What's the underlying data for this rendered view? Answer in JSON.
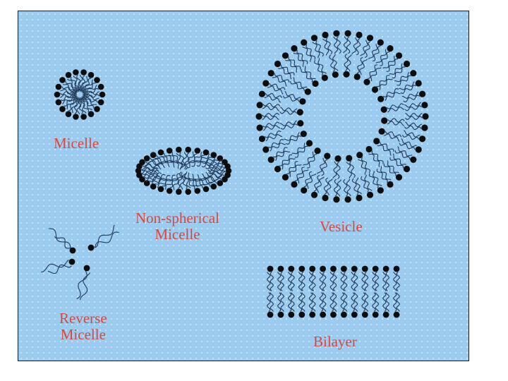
{
  "colors": {
    "background": "#9ccbf0",
    "label": "#d9473c",
    "head": "#0d0d0d",
    "tail": "#1f3a57",
    "border": "#1a1a1a"
  },
  "labels": {
    "micelle": "Micelle",
    "non_spherical_line1": "Non-spherical",
    "non_spherical_line2": "Micelle",
    "vesicle": "Vesicle",
    "reverse_line1": "Reverse",
    "reverse_line2": "Micelle",
    "bilayer": "Bilayer"
  }
}
